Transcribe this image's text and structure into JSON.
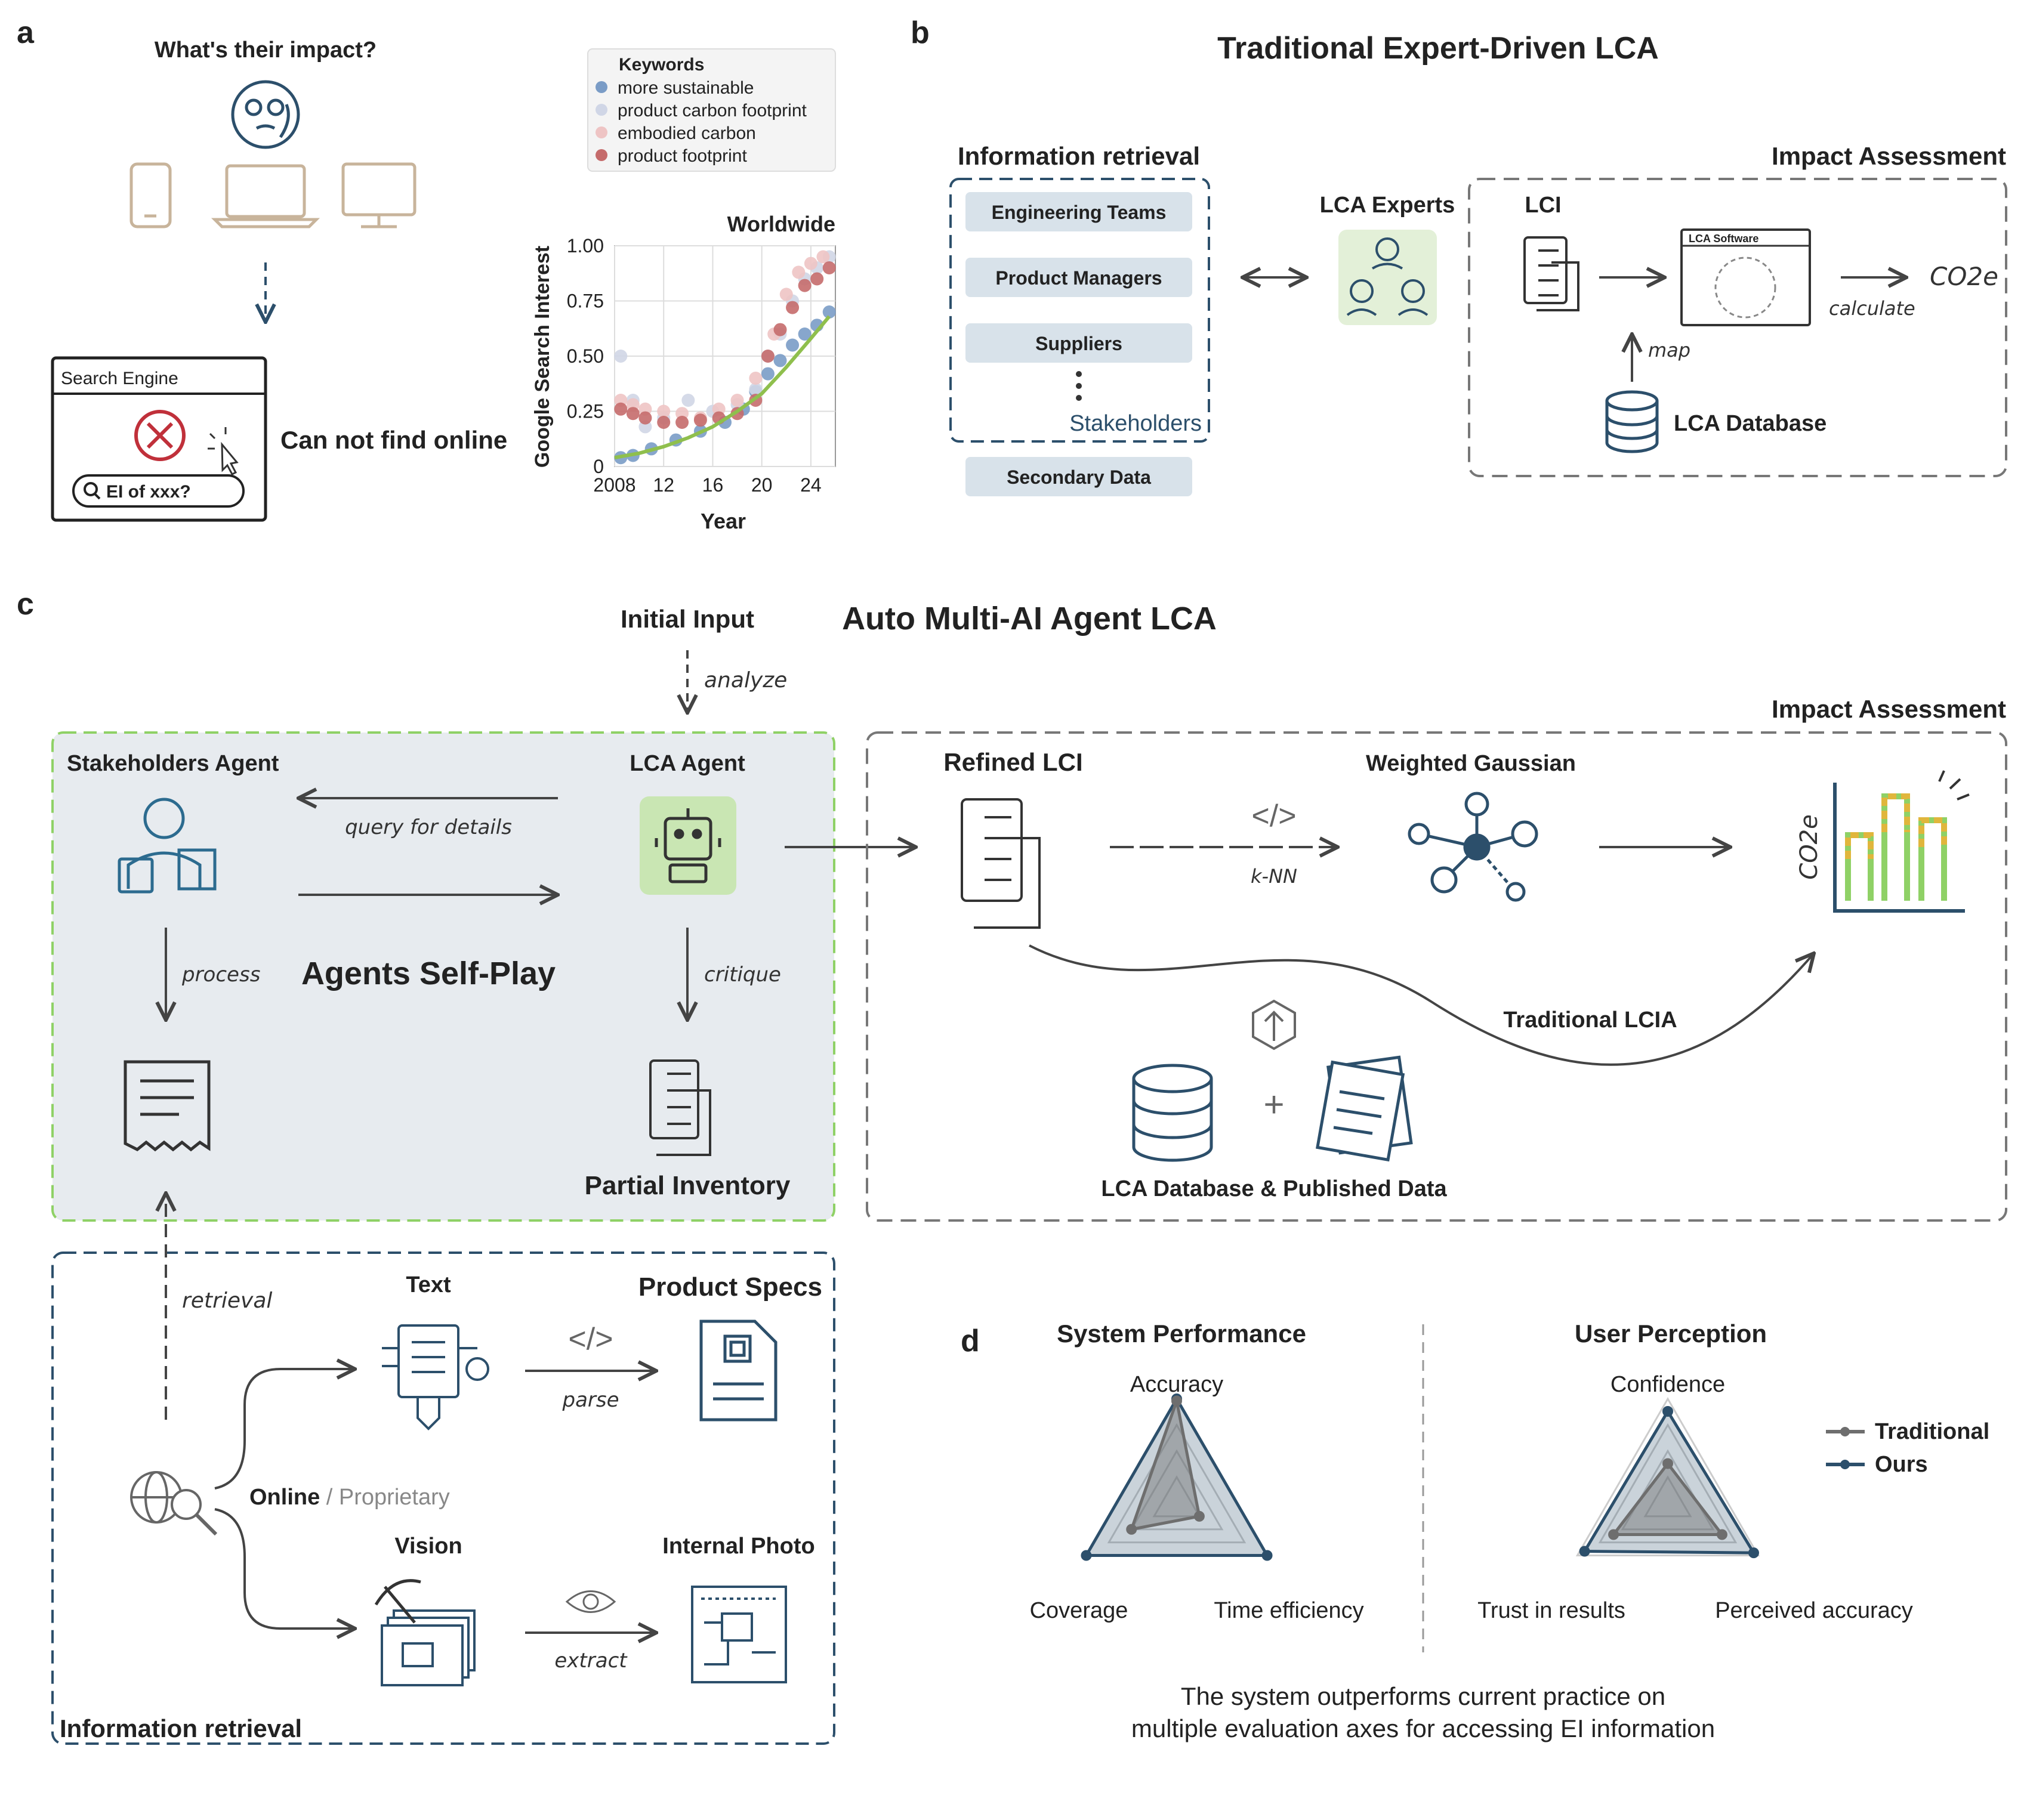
{
  "panel_a": {
    "label": "a",
    "question": "What's their impact?",
    "search_engine": {
      "title": "Search Engine",
      "query": "EI of xxx?"
    },
    "not_found": "Can not find online",
    "legend": {
      "title": "Keywords",
      "items": [
        "more sustainable",
        "product carbon footprint",
        "embodied carbon",
        "product footprint"
      ]
    }
  },
  "chart_data": {
    "type": "scatter",
    "title": "Worldwide",
    "xlabel": "Year",
    "ylabel": "Google Search Interest",
    "xlim": [
      2008,
      2026
    ],
    "ylim": [
      0,
      1.0
    ],
    "x_ticks": [
      "2008",
      "12",
      "16",
      "20",
      "24"
    ],
    "x_tick_values": [
      2008,
      2012,
      2016,
      2020,
      2024
    ],
    "y_ticks": [
      "0",
      "0.25",
      "0.50",
      "0.75",
      "1.00"
    ],
    "y_tick_values": [
      0,
      0.25,
      0.5,
      0.75,
      1.0
    ],
    "grid": true,
    "legend_position": "top",
    "series": [
      {
        "name": "more sustainable",
        "color": "#7a9cc6",
        "x": [
          2008.5,
          2009.5,
          2011,
          2013,
          2015,
          2017,
          2018.5,
          2019.5,
          2020.5,
          2021.5,
          2022.5,
          2023.5,
          2024.5,
          2025.5
        ],
        "y": [
          0.04,
          0.05,
          0.08,
          0.12,
          0.16,
          0.2,
          0.26,
          0.34,
          0.42,
          0.48,
          0.55,
          0.6,
          0.64,
          0.7
        ]
      },
      {
        "name": "product carbon footprint",
        "color": "#d0d6e6",
        "x": [
          2008.5,
          2009.5,
          2010.5,
          2012,
          2014,
          2016,
          2018,
          2019.5,
          2020.5,
          2021.5,
          2022.5,
          2023.5,
          2024.5,
          2025.5
        ],
        "y": [
          0.5,
          0.3,
          0.18,
          0.22,
          0.3,
          0.25,
          0.28,
          0.35,
          0.5,
          0.6,
          0.75,
          0.85,
          0.9,
          0.95
        ]
      },
      {
        "name": "embodied carbon",
        "color": "#eec4c4",
        "x": [
          2008.5,
          2009.5,
          2010.5,
          2012,
          2013.5,
          2015,
          2016.5,
          2018,
          2019.5,
          2021,
          2022,
          2023,
          2024,
          2025
        ],
        "y": [
          0.3,
          0.28,
          0.26,
          0.25,
          0.24,
          0.22,
          0.26,
          0.3,
          0.4,
          0.6,
          0.78,
          0.88,
          0.92,
          0.95
        ]
      },
      {
        "name": "product footprint",
        "color": "#c56b6b",
        "x": [
          2008.5,
          2009.5,
          2010.5,
          2012,
          2013.5,
          2015,
          2016.5,
          2018,
          2019.5,
          2020.5,
          2021.5,
          2022.5,
          2023.5,
          2024.5,
          2025.5
        ],
        "y": [
          0.26,
          0.24,
          0.22,
          0.2,
          0.2,
          0.21,
          0.22,
          0.24,
          0.3,
          0.5,
          0.62,
          0.72,
          0.82,
          0.85,
          0.9
        ]
      }
    ],
    "trend": {
      "color": "#8fbf4d",
      "x": [
        2008,
        2010,
        2012,
        2014,
        2016,
        2018,
        2020,
        2022,
        2024,
        2025.5
      ],
      "y": [
        0.04,
        0.06,
        0.09,
        0.13,
        0.18,
        0.25,
        0.33,
        0.45,
        0.58,
        0.68
      ]
    }
  },
  "panel_b": {
    "label": "b",
    "title": "Traditional Expert-Driven LCA",
    "info_retrieval_title": "Information retrieval",
    "boxes": [
      "Engineering Teams",
      "Product Managers",
      "Suppliers"
    ],
    "stakeholders": "Stakeholders",
    "secondary_data": "Secondary Data",
    "lca_experts": "LCA Experts",
    "impact_title": "Impact Assessment",
    "lci": "LCI",
    "lca_software": "LCA Software",
    "co2e": "CO2e",
    "calculate": "calculate",
    "map": "map",
    "lca_database": "LCA Database"
  },
  "panel_c": {
    "label": "c",
    "title": "Auto Multi-AI Agent LCA",
    "initial_input": "Initial Input",
    "analyze": "analyze",
    "stakeholders_agent": "Stakeholders Agent",
    "lca_agent": "LCA Agent",
    "query_for_details": "query for details",
    "process": "process",
    "critique": "critique",
    "agents_self_play": "Agents Self-Play",
    "partial_inventory": "Partial Inventory",
    "impact_title": "Impact Assessment",
    "refined_lci": "Refined LCI",
    "weighted_gaussian": "Weighted Gaussian",
    "knn": "k-NN",
    "co2e": "CO2e",
    "traditional_lcia": "Traditional LCIA",
    "db_published": "LCA Database & Published Data",
    "retrieval": "retrieval",
    "info_retrieval_title": "Information retrieval",
    "text": "Text",
    "product_specs": "Product Specs",
    "parse": "parse",
    "online": "Online",
    "proprietary": " / Proprietary",
    "vision": "Vision",
    "internal_photo": "Internal Photo",
    "extract": "extract"
  },
  "panel_d": {
    "label": "d",
    "system_title": "System Performance",
    "user_title": "User Perception",
    "system_axes": [
      "Accuracy",
      "Time efficiency",
      "Coverage"
    ],
    "user_axes": [
      "Confidence",
      "Perceived accuracy",
      "Trust in results"
    ],
    "legend": [
      {
        "name": "Traditional",
        "color": "#6e6e6e"
      },
      {
        "name": "Ours",
        "color": "#2c4f6b"
      }
    ],
    "system_values": {
      "Traditional": [
        0.98,
        0.25,
        0.5
      ],
      "Ours": [
        1.0,
        1.0,
        1.0
      ]
    },
    "user_values": {
      "Traditional": [
        0.38,
        0.6,
        0.6
      ],
      "Ours": [
        0.88,
        0.95,
        0.92
      ]
    },
    "caption_1": "The system outperforms current practice on",
    "caption_2": "multiple evaluation axes for accessing EI information"
  }
}
